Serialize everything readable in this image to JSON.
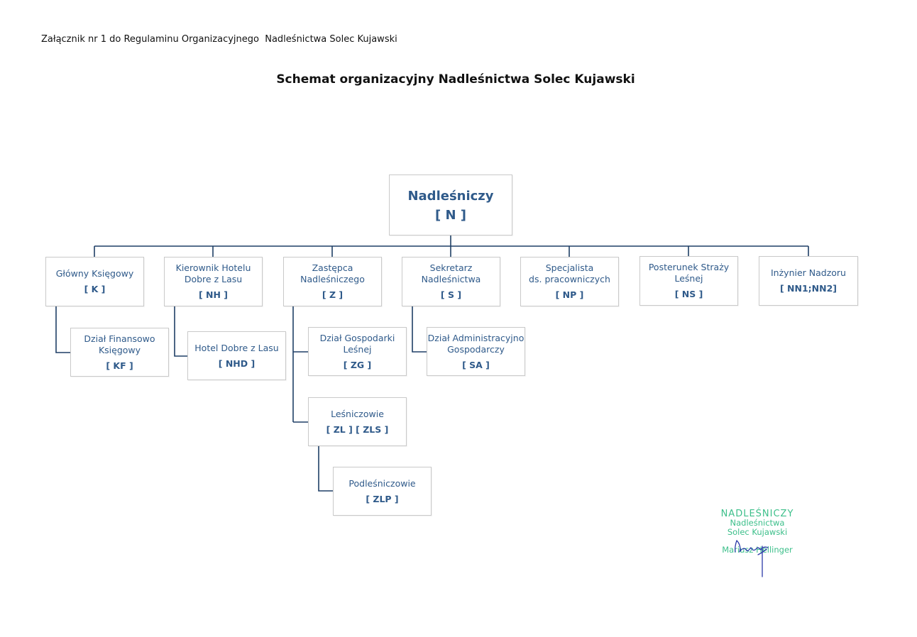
{
  "header": {
    "attachment": "Załącznik nr 1 do Regulaminu Organizacyjnego  Nadleśnictwa Solec Kujawski",
    "title": "Schemat organizacyjny Nadleśnictwa Solec Kujawski"
  },
  "colors": {
    "box_text": "#2f5a8a",
    "connector": "#1f3f66",
    "box_border": "#c9c9c9",
    "stamp": "#3cbf8a",
    "signature": "#2b3aa8"
  },
  "nodes": {
    "n": {
      "name": "Nadleśniczy",
      "code": "[ N ]"
    },
    "k": {
      "name": "Główny Księgowy",
      "code": "[ K ]"
    },
    "nh": {
      "name": "Kierownik Hotelu\nDobre z Lasu",
      "code": "[ NH ]"
    },
    "z": {
      "name": "Zastępca\nNadleśniczego",
      "code": "[ Z ]"
    },
    "s": {
      "name": "Sekretarz\nNadleśnictwa",
      "code": "[ S ]"
    },
    "np": {
      "name": "Specjalista\nds. pracowniczych",
      "code": "[ NP ]"
    },
    "ns": {
      "name": "Posterunek Straży\nLeśnej",
      "code": "[ NS ]"
    },
    "nn": {
      "name": "Inżynier Nadzoru",
      "code": "[ NN1;NN2]"
    },
    "kf": {
      "name": "Dział Finansowo\nKsięgowy",
      "code": "[ KF ]"
    },
    "nhd": {
      "name": "Hotel Dobre z Lasu",
      "code": "[ NHD ]"
    },
    "zg": {
      "name": "Dział Gospodarki\nLeśnej",
      "code": "[ ZG ]"
    },
    "sa": {
      "name": "Dział Administracyjno\nGospodarczy",
      "code": "[ SA ]"
    },
    "zl": {
      "name": "Leśniczowie",
      "code": "[ ZL ] [ ZLS ]"
    },
    "zlp": {
      "name": "Podleśniczowie",
      "code": "[ ZLP ]"
    }
  },
  "stamp": {
    "title": "NADLEŚNICZY",
    "line1": "Nadleśnictwa",
    "line2": "Solec Kujawski",
    "person": "Mariusz Hellinger"
  }
}
